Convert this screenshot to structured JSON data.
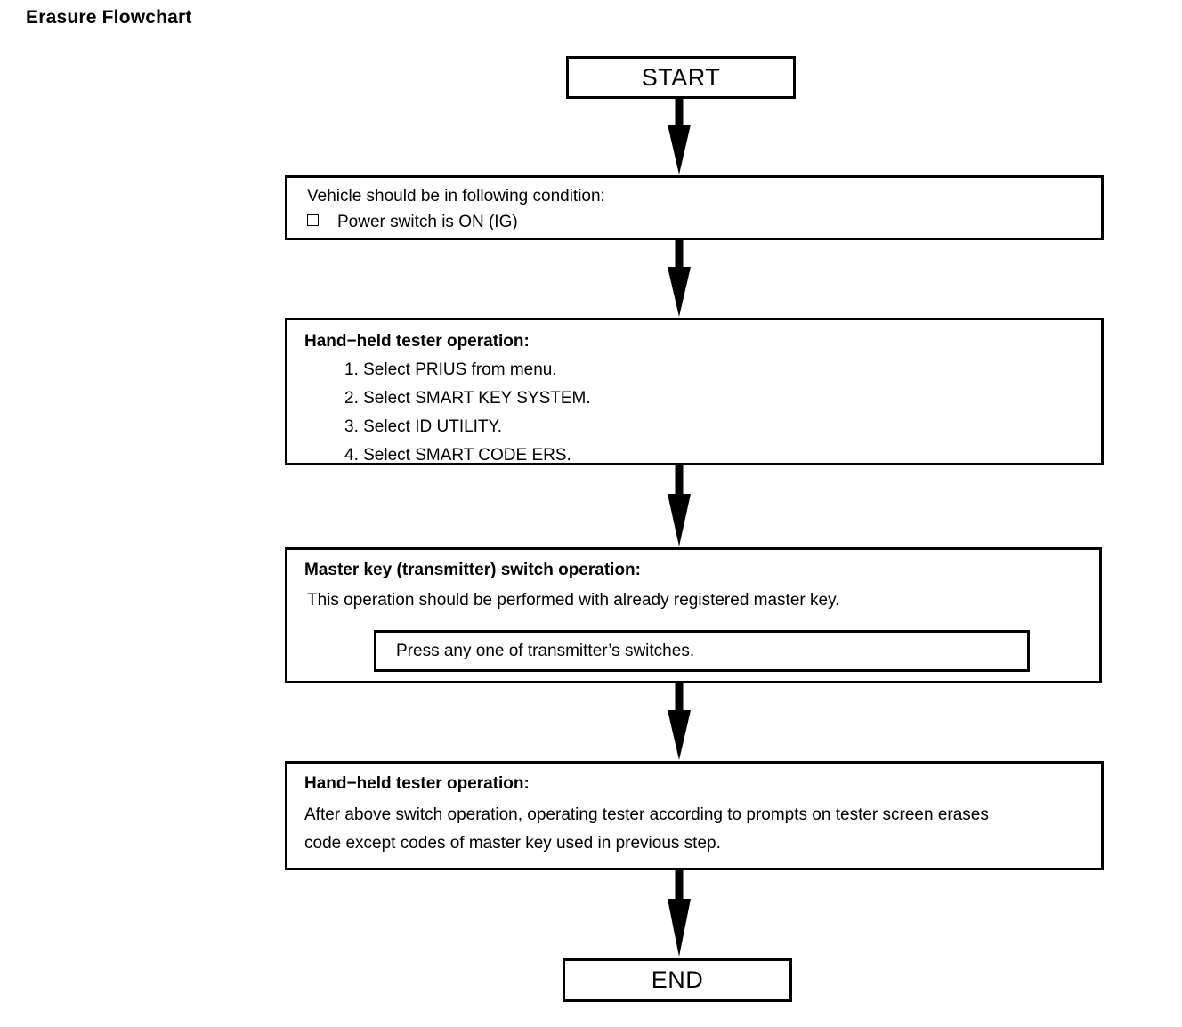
{
  "title": "Erasure Flowchart",
  "flow": {
    "start": {
      "label": "START"
    },
    "end": {
      "label": "END"
    },
    "condition_box": {
      "heading": "Vehicle should be in following condition:",
      "bullets": [
        {
          "marker": "checkbox",
          "text": "Power switch is ON (IG)"
        }
      ]
    },
    "tester_box_1": {
      "heading": "Hand−held tester operation:",
      "steps": [
        "1. Select PRIUS from menu.",
        "2. Select SMART KEY SYSTEM.",
        "3. Select ID UTILITY.",
        "4. Select SMART CODE ERS."
      ]
    },
    "master_key_box": {
      "heading": "Master key (transmitter) switch operation:",
      "body": "This operation should be performed with already registered master key.",
      "inner_box": {
        "text": "Press any one of transmitter’s switches."
      }
    },
    "tester_box_2": {
      "heading": "Hand−held tester operation:",
      "body_line_1": "After above switch operation, operating tester according to prompts on tester screen erases",
      "body_line_2": "code except codes of master key used in previous step."
    }
  },
  "arrows": {
    "icon": "down-arrow-icon",
    "count": 5,
    "color": "#000000"
  },
  "colors": {
    "stroke": "#000000",
    "fill": "#ffffff",
    "background": "#ffffff"
  }
}
